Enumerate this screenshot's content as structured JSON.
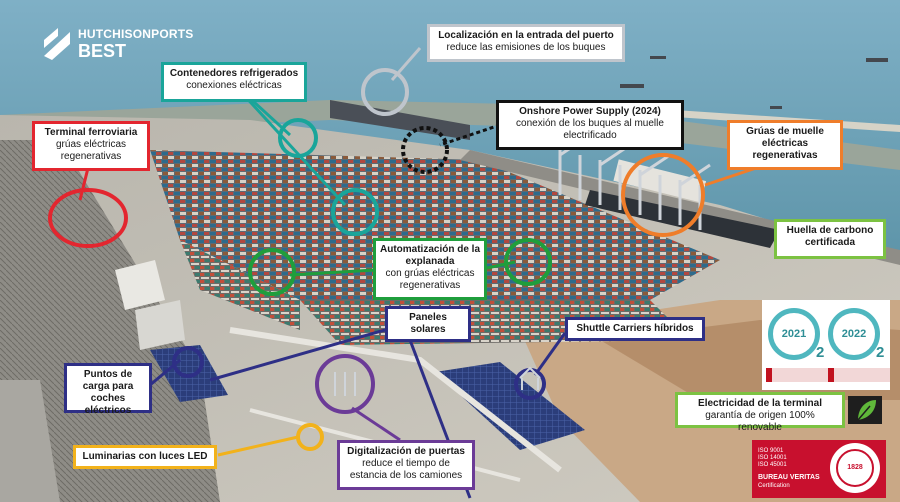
{
  "logo": {
    "brand": "HUTCHISONPORTS",
    "sub": "BEST"
  },
  "labels": {
    "localizacion": {
      "title": "Localización en la entrada del puerto",
      "sub": "reduce las emisiones de los buques"
    },
    "contenedores": {
      "title": "Contenedores refrigerados",
      "sub": "conexiones eléctricas"
    },
    "ferroviaria": {
      "title": "Terminal ferroviaria",
      "sub": "grúas eléctricas regenerativas"
    },
    "onshore": {
      "title": "Onshore Power Supply (2024)",
      "sub": "conexión de los buques al muelle electrificado"
    },
    "gruas_muelle": {
      "title": "Grúas de muelle eléctricas regenerativas"
    },
    "huella": {
      "title": "Huella de carbono certificada"
    },
    "automatizacion": {
      "title": "Automatización de la explanada",
      "sub": "con grúas eléctricas regenerativas"
    },
    "paneles": {
      "title": "Paneles solares"
    },
    "shuttle": {
      "title": "Shuttle Carriers híbridos"
    },
    "puntos": {
      "title": "Puntos de carga para coches eléctricos"
    },
    "electricidad": {
      "title": "Electricidad de la terminal",
      "sub": "garantía de origen 100% renovable"
    },
    "luminarias": {
      "title": "Luminarias con luces LED"
    },
    "digitalizacion": {
      "title": "Digitalización de puertas",
      "sub": "reduce el tiempo de estancia de los camiones"
    }
  },
  "certificates": {
    "year1": "2021",
    "year2": "2022",
    "seal_digit": "2",
    "iso_lines": "ISO 9001\nISO 14001\nISO 45001",
    "bv_name": "BUREAU VERITAS",
    "bv_sub": "Certification",
    "bv_year": "1828"
  },
  "colors": {
    "teal": "#1aa59a",
    "red": "#e3262f",
    "black": "#111111",
    "orange": "#ef7d2a",
    "green": "#1f9e3c",
    "navy": "#2e2f86",
    "purple": "#6b3b97",
    "yellow": "#f2b21b",
    "light_green": "#7cc242",
    "grey": "#bfc5cc"
  }
}
